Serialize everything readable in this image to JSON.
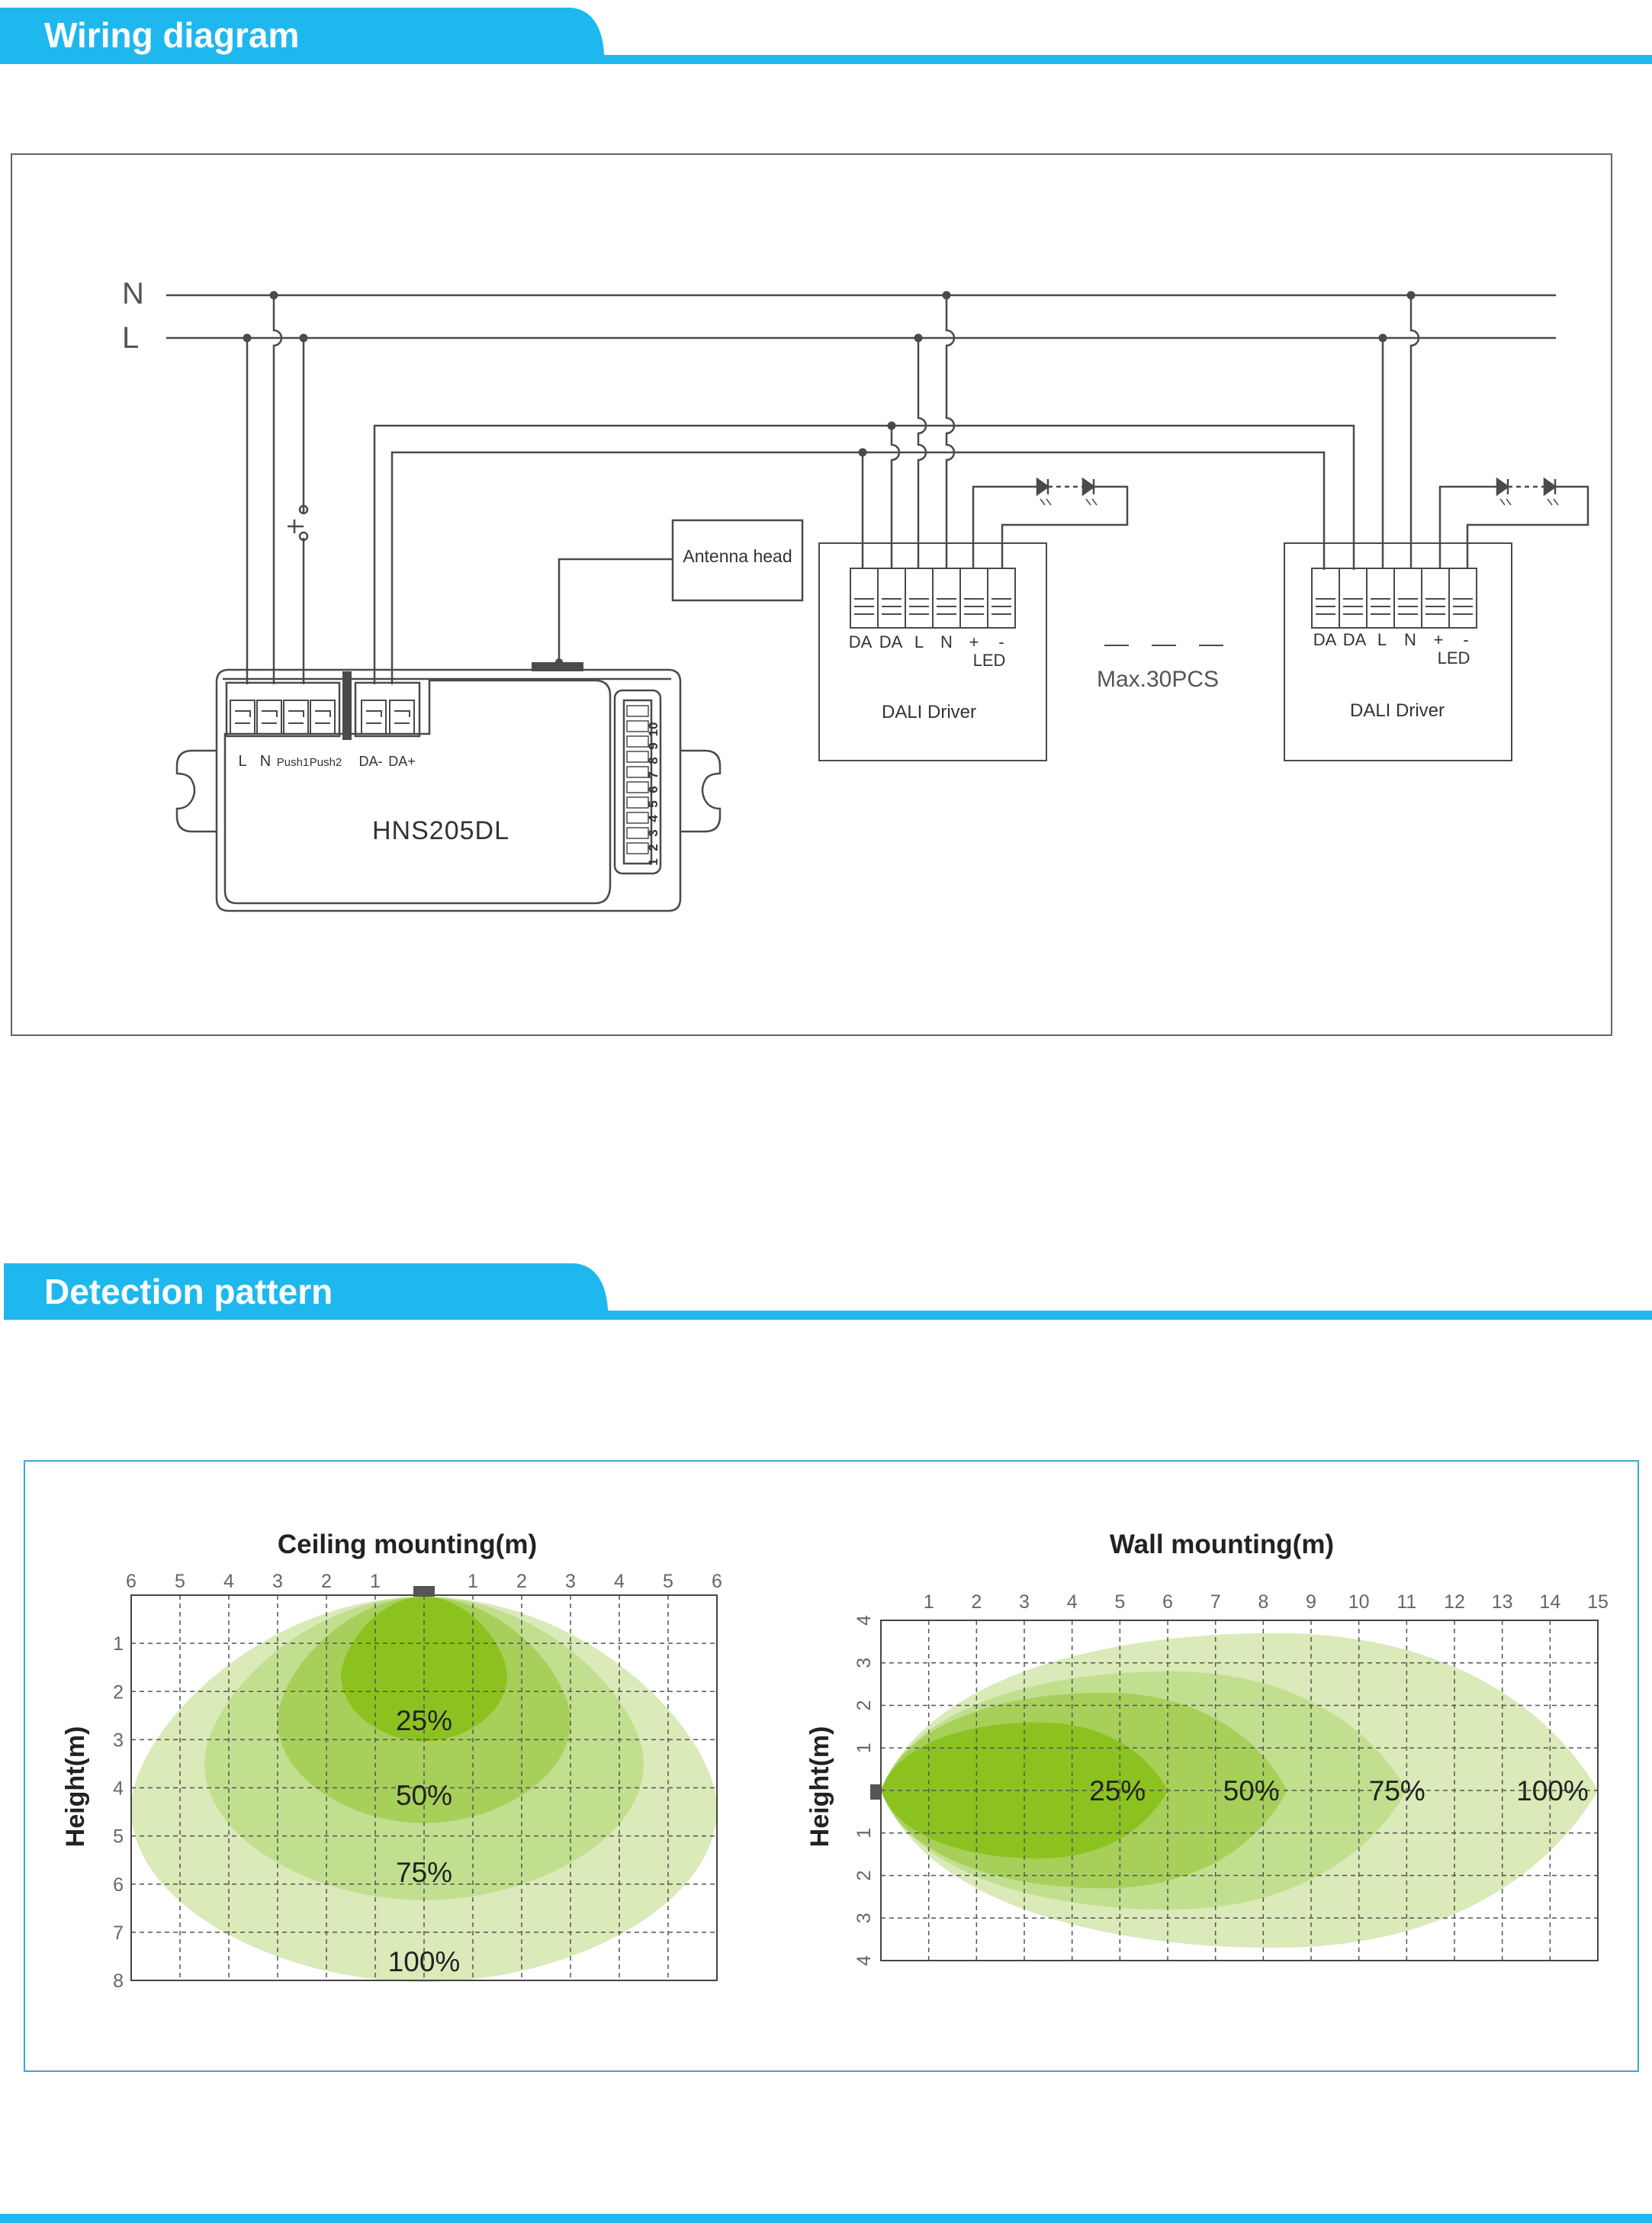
{
  "sections": {
    "wiring_title": "Wiring diagram",
    "detection_title": "Detection pattern"
  },
  "wiring": {
    "bus_n": "N",
    "bus_l": "L",
    "antenna_label": "Antenna head",
    "sensor_model": "HNS205DL",
    "sensor_terminal_labels": [
      "L",
      "N",
      "Push1",
      "Push2",
      "DA-",
      "DA+"
    ],
    "dip_numbers": [
      "1",
      "2",
      "3",
      "4",
      "5",
      "6",
      "7",
      "8",
      "9",
      "10"
    ],
    "driver_terminal_labels": [
      "DA",
      "DA",
      "L",
      "N",
      "+",
      "-"
    ],
    "led_label": "LED",
    "driver_label": "DALI Driver",
    "max_label": "Max.30PCS"
  },
  "chart_data": [
    {
      "type": "area",
      "title": "Ceiling mounting(m)",
      "ylabel": "Height(m)",
      "x_ticks": [
        "6",
        "5",
        "4",
        "3",
        "2",
        "1",
        "1",
        "2",
        "3",
        "4",
        "5",
        "6"
      ],
      "y_ticks": [
        "1",
        "2",
        "3",
        "4",
        "5",
        "6",
        "7",
        "8"
      ],
      "xlim": [
        -6,
        6
      ],
      "ylim": [
        0,
        8
      ],
      "grid": true,
      "series": [
        {
          "name": "100%",
          "reach_m": 6,
          "depth_m": 8,
          "color": "#daeab8"
        },
        {
          "name": "75%",
          "reach_m": 4.5,
          "depth_m": 6.3,
          "color": "#c2df8f"
        },
        {
          "name": "50%",
          "reach_m": 3,
          "depth_m": 4.7,
          "color": "#a7d05a"
        },
        {
          "name": "25%",
          "reach_m": 1.7,
          "depth_m": 3,
          "color": "#8cc220"
        }
      ]
    },
    {
      "type": "area",
      "title": "Wall mounting(m)",
      "ylabel": "Height(m)",
      "x_ticks": [
        "1",
        "2",
        "3",
        "4",
        "5",
        "6",
        "7",
        "8",
        "9",
        "10",
        "11",
        "12",
        "13",
        "14",
        "15"
      ],
      "y_ticks": [
        "4",
        "3",
        "2",
        "1",
        "1",
        "2",
        "3",
        "4"
      ],
      "xlim": [
        0,
        15
      ],
      "ylim": [
        -4,
        4
      ],
      "grid": true,
      "series": [
        {
          "name": "100%",
          "range_m": 15,
          "half_height_m": 3.7,
          "color": "#daeab8"
        },
        {
          "name": "75%",
          "range_m": 11,
          "half_height_m": 2.8,
          "color": "#c2df8f"
        },
        {
          "name": "50%",
          "range_m": 8.5,
          "half_height_m": 2.3,
          "color": "#a7d05a"
        },
        {
          "name": "25%",
          "range_m": 6,
          "half_height_m": 1.6,
          "color": "#8cc220"
        }
      ]
    }
  ],
  "colors": {
    "accent": "#1eb8ee",
    "line": "#4a4a4a",
    "frame": "#666666",
    "grid": "#555555"
  }
}
